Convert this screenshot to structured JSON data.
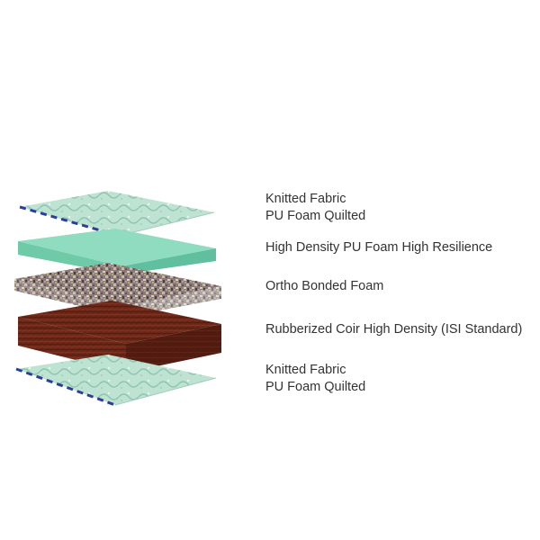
{
  "layers": [
    {
      "name": "top-fabric",
      "lines": [
        "Knitted Fabric",
        "PU Foam Quilted"
      ]
    },
    {
      "name": "hr-foam",
      "lines": [
        "High Density PU Foam High Resilience"
      ]
    },
    {
      "name": "bonded-foam",
      "lines": [
        "Ortho Bonded Foam"
      ]
    },
    {
      "name": "coir",
      "lines": [
        "Rubberized Coir High Density (ISI Standard)"
      ]
    },
    {
      "name": "bottom-fabric",
      "lines": [
        "Knitted Fabric",
        "PU Foam Quilted"
      ]
    }
  ],
  "colors": {
    "fabric": "#bfe3d2",
    "fabric_pattern": "#8fc4ae",
    "fabric_edge": "#2a3e9c",
    "foam_top": "#8fdcc0",
    "foam_side": "#5fbf9e",
    "bonded_base": "#8a7b78",
    "coir_top": "#7a2a18",
    "coir_front": "#6b2414",
    "coir_side": "#4f1a0e",
    "text": "#333333"
  }
}
